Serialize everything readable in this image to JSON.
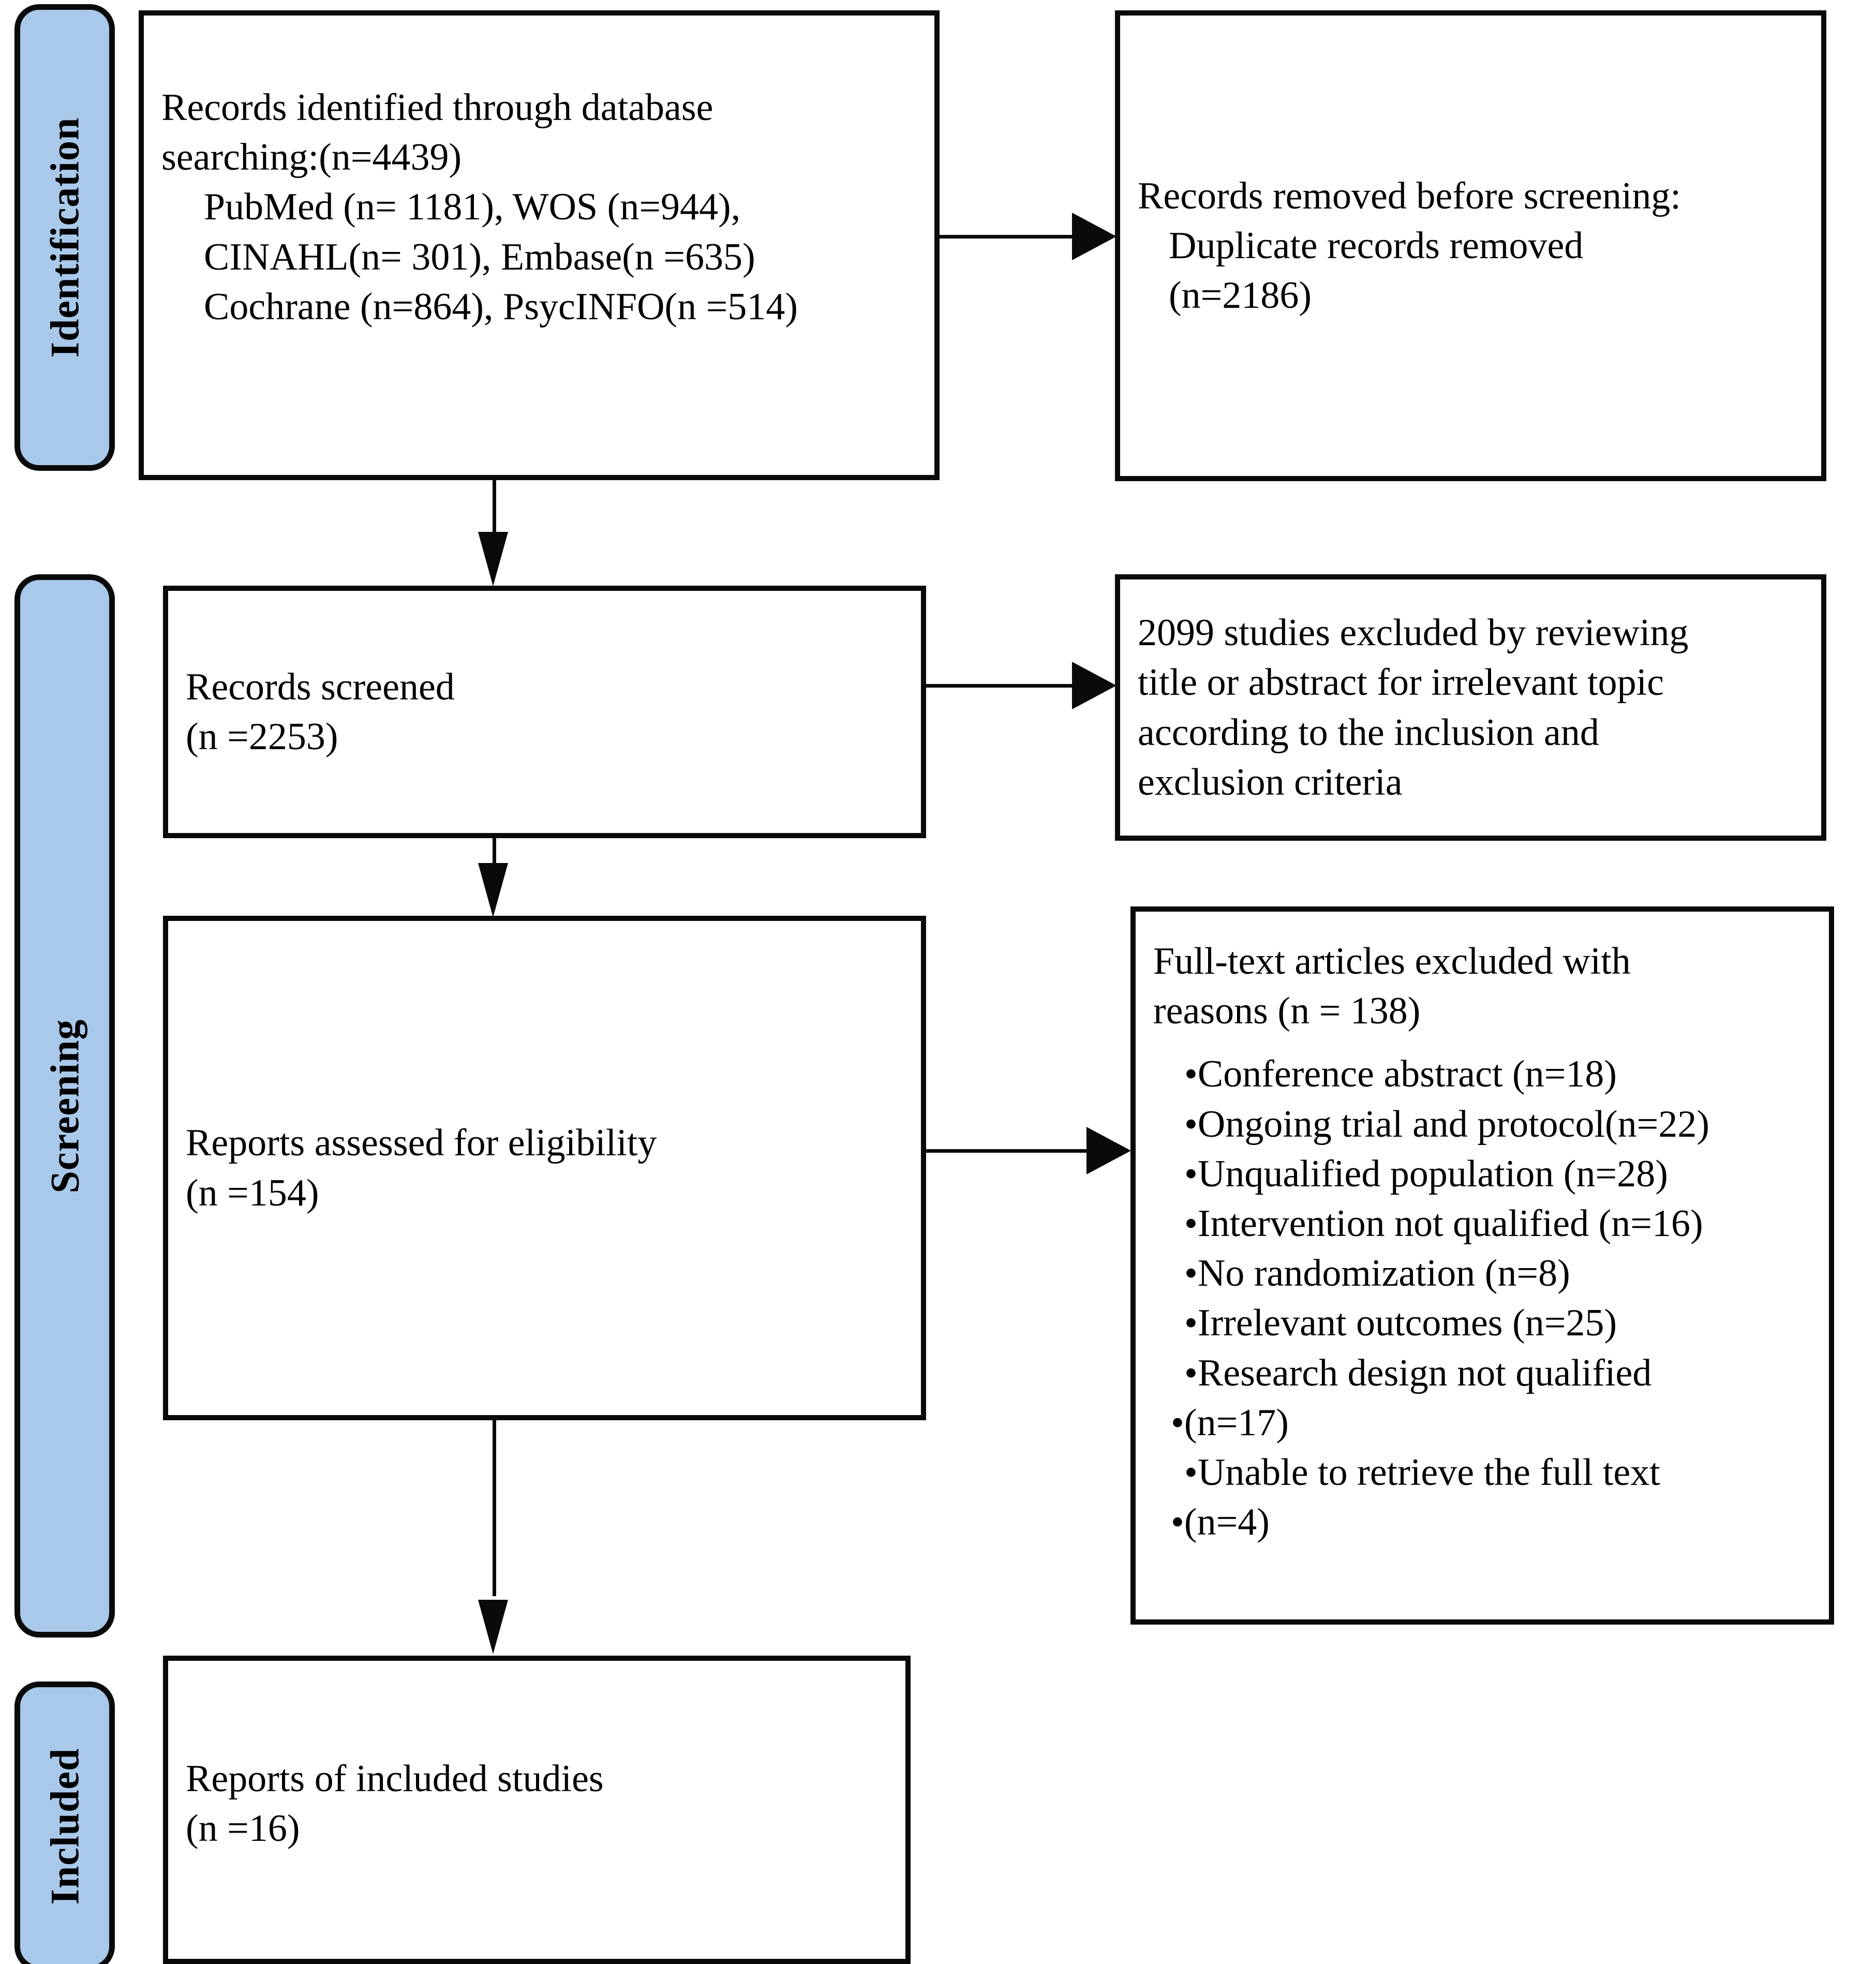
{
  "diagram": {
    "title": "PRISMA flow diagram",
    "colors": {
      "phase_fill": "#A9C9EA",
      "stroke": "#0A0A0A",
      "box_fill": "#FFFFFF"
    }
  },
  "phases": [
    {
      "id": "identification",
      "label": "Identification"
    },
    {
      "id": "screening",
      "label": "Screening"
    },
    {
      "id": "included",
      "label": "Included"
    }
  ],
  "boxes": {
    "identified": {
      "line1": "Records identified through database",
      "line2": "searching:(n=4439)",
      "line3": "PubMed (n= 1181), WOS (n=944),",
      "line4": "CINAHL(n= 301), Embase(n =635)",
      "line5": "Cochrane (n=864), PsycINFO(n =514)"
    },
    "removed": {
      "line1": "Records removed before screening:",
      "line2": "Duplicate records removed",
      "line3": "(n=2186)"
    },
    "screened": {
      "line1": "Records screened",
      "line2": "(n =2253)"
    },
    "excluded_title_abstract": {
      "line1": "2099 studies excluded by reviewing",
      "line2": "title or abstract for irrelevant topic",
      "line3": "according to the inclusion and",
      "line4": "exclusion criteria"
    },
    "eligibility": {
      "line1": "Reports assessed for eligibility",
      "line2": "(n =154)"
    },
    "fulltext_excluded": {
      "line1": "Full-text articles excluded with",
      "line2": "reasons (n = 138)",
      "reasons": [
        "Conference abstract (n=18)",
        "Ongoing trial and protocol(n=22)",
        "Unqualified population (n=28)",
        "Intervention not qualified (n=16)",
        "No randomization (n=8)",
        "Irrelevant outcomes (n=25)",
        "Research design not qualified",
        "(n=17)",
        "Unable to retrieve the full text",
        "(n=4)"
      ]
    },
    "included_studies": {
      "line1": "Reports of included studies",
      "line2": "(n =16)"
    }
  }
}
